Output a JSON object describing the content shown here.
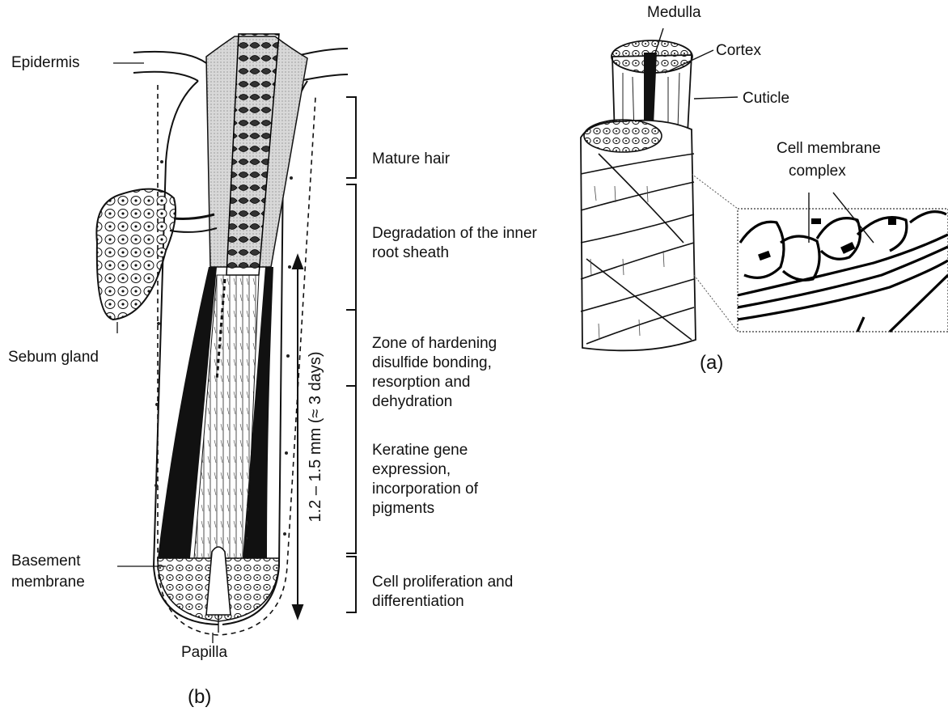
{
  "panel_b": {
    "tag": "(b)",
    "labels": {
      "epidermis": "Epidermis",
      "sebum_gland": "Sebum gland",
      "basement_membrane_1": "Basement",
      "basement_membrane_2": "membrane",
      "papilla": "Papilla"
    },
    "length_scale": "1.2 – 1.5 mm (≈ 3 days)",
    "stages": [
      "Mature hair",
      "Degradation of the inner root sheath",
      "Zone of hardening disulfide bonding, resorption and dehydration",
      "Keratine gene expression, incorporation of pigments",
      "Cell proliferation and differentiation"
    ]
  },
  "panel_a": {
    "tag": "(a)",
    "labels": {
      "medulla": "Medulla",
      "cortex": "Cortex",
      "cuticle": "Cuticle",
      "cell_membrane_complex_1": "Cell membrane",
      "cell_membrane_complex_2": "complex"
    }
  }
}
